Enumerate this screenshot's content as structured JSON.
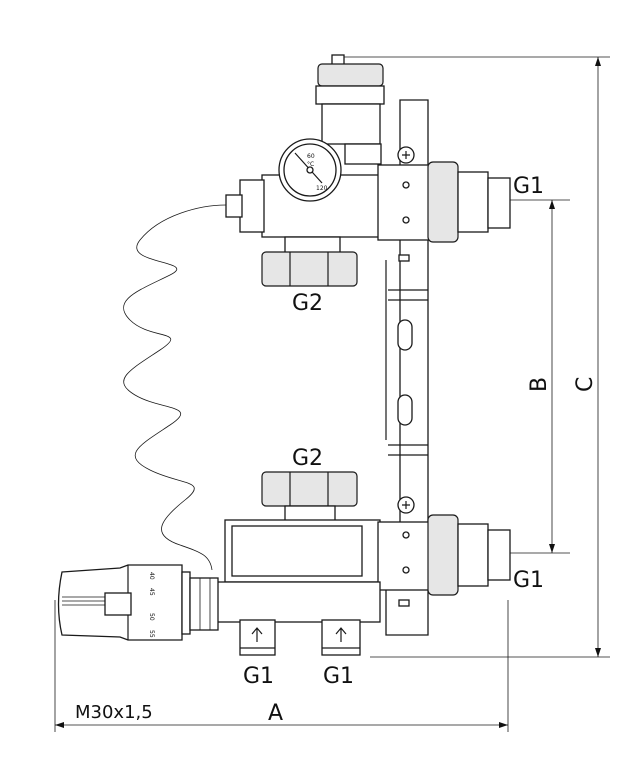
{
  "labels": {
    "top_right_thread": "G1",
    "bottom_right_thread": "G1",
    "bottom_left_outlet": "G1",
    "bottom_right_outlet": "G1",
    "top_nut": "G2",
    "bottom_nut": "G2",
    "dim_a": "A",
    "dim_b": "B",
    "dim_c": "C",
    "thermostat_thread": "M30x1,5"
  },
  "thermostat_scale": [
    "40",
    "45",
    "50",
    "55"
  ],
  "gauge": {
    "unit": "°C",
    "mark_mid": "60",
    "mark_max": "120"
  }
}
